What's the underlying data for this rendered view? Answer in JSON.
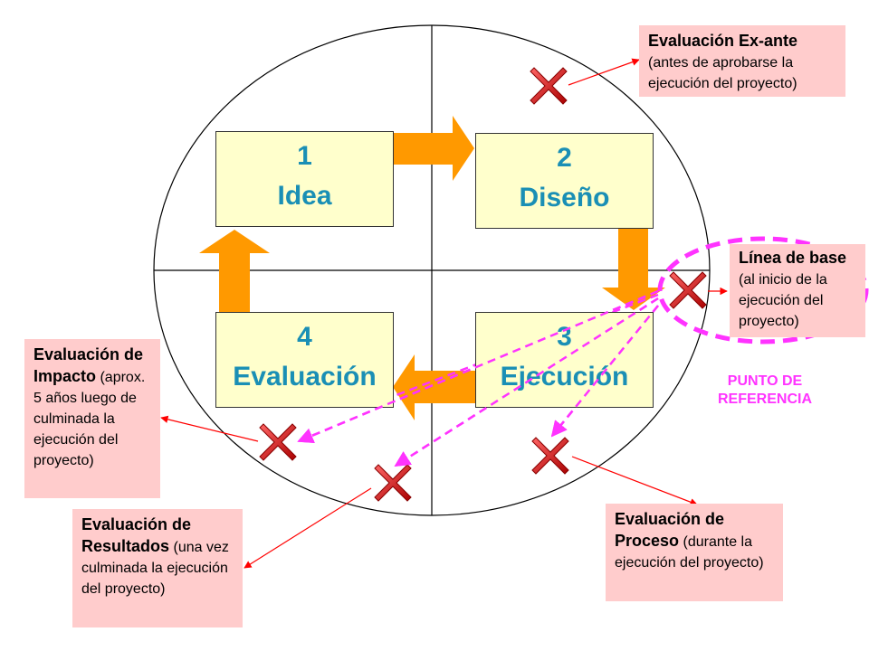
{
  "stages": [
    {
      "num": "1",
      "name": "Idea"
    },
    {
      "num": "2",
      "name": "Diseño"
    },
    {
      "num": "3",
      "name": "Ejecución"
    },
    {
      "num": "4",
      "name": "Evaluación"
    }
  ],
  "notes": {
    "exante": {
      "lead": "Evaluación Ex-ante",
      "rest": "(antes de aprobarse la ejecución del proyecto)"
    },
    "base": {
      "lead": "Línea de base",
      "rest": "(al inicio de la ejecución del proyecto)"
    },
    "impacto": {
      "lead": "Evaluación de Impacto",
      "rest": "(aprox. 5 años luego de culminada la ejecución del proyecto)"
    },
    "resultados": {
      "lead": "Evaluación de Resultados",
      "rest": "(una vez culminada la ejecución del proyecto)"
    },
    "proceso": {
      "lead": "Evaluación de Proceso",
      "rest": "(durante la ejecución del proyecto)"
    }
  },
  "reference_label": "PUNTO DE REFERENCIA",
  "colors": {
    "arrow": "#ff9900",
    "box_fill": "#ffffcc",
    "stage_text": "#1a8fb5",
    "note_fill": "#ffcccc",
    "dashed": "#ff33ff",
    "pointer": "#ff0000",
    "cross": "#cc0000"
  }
}
